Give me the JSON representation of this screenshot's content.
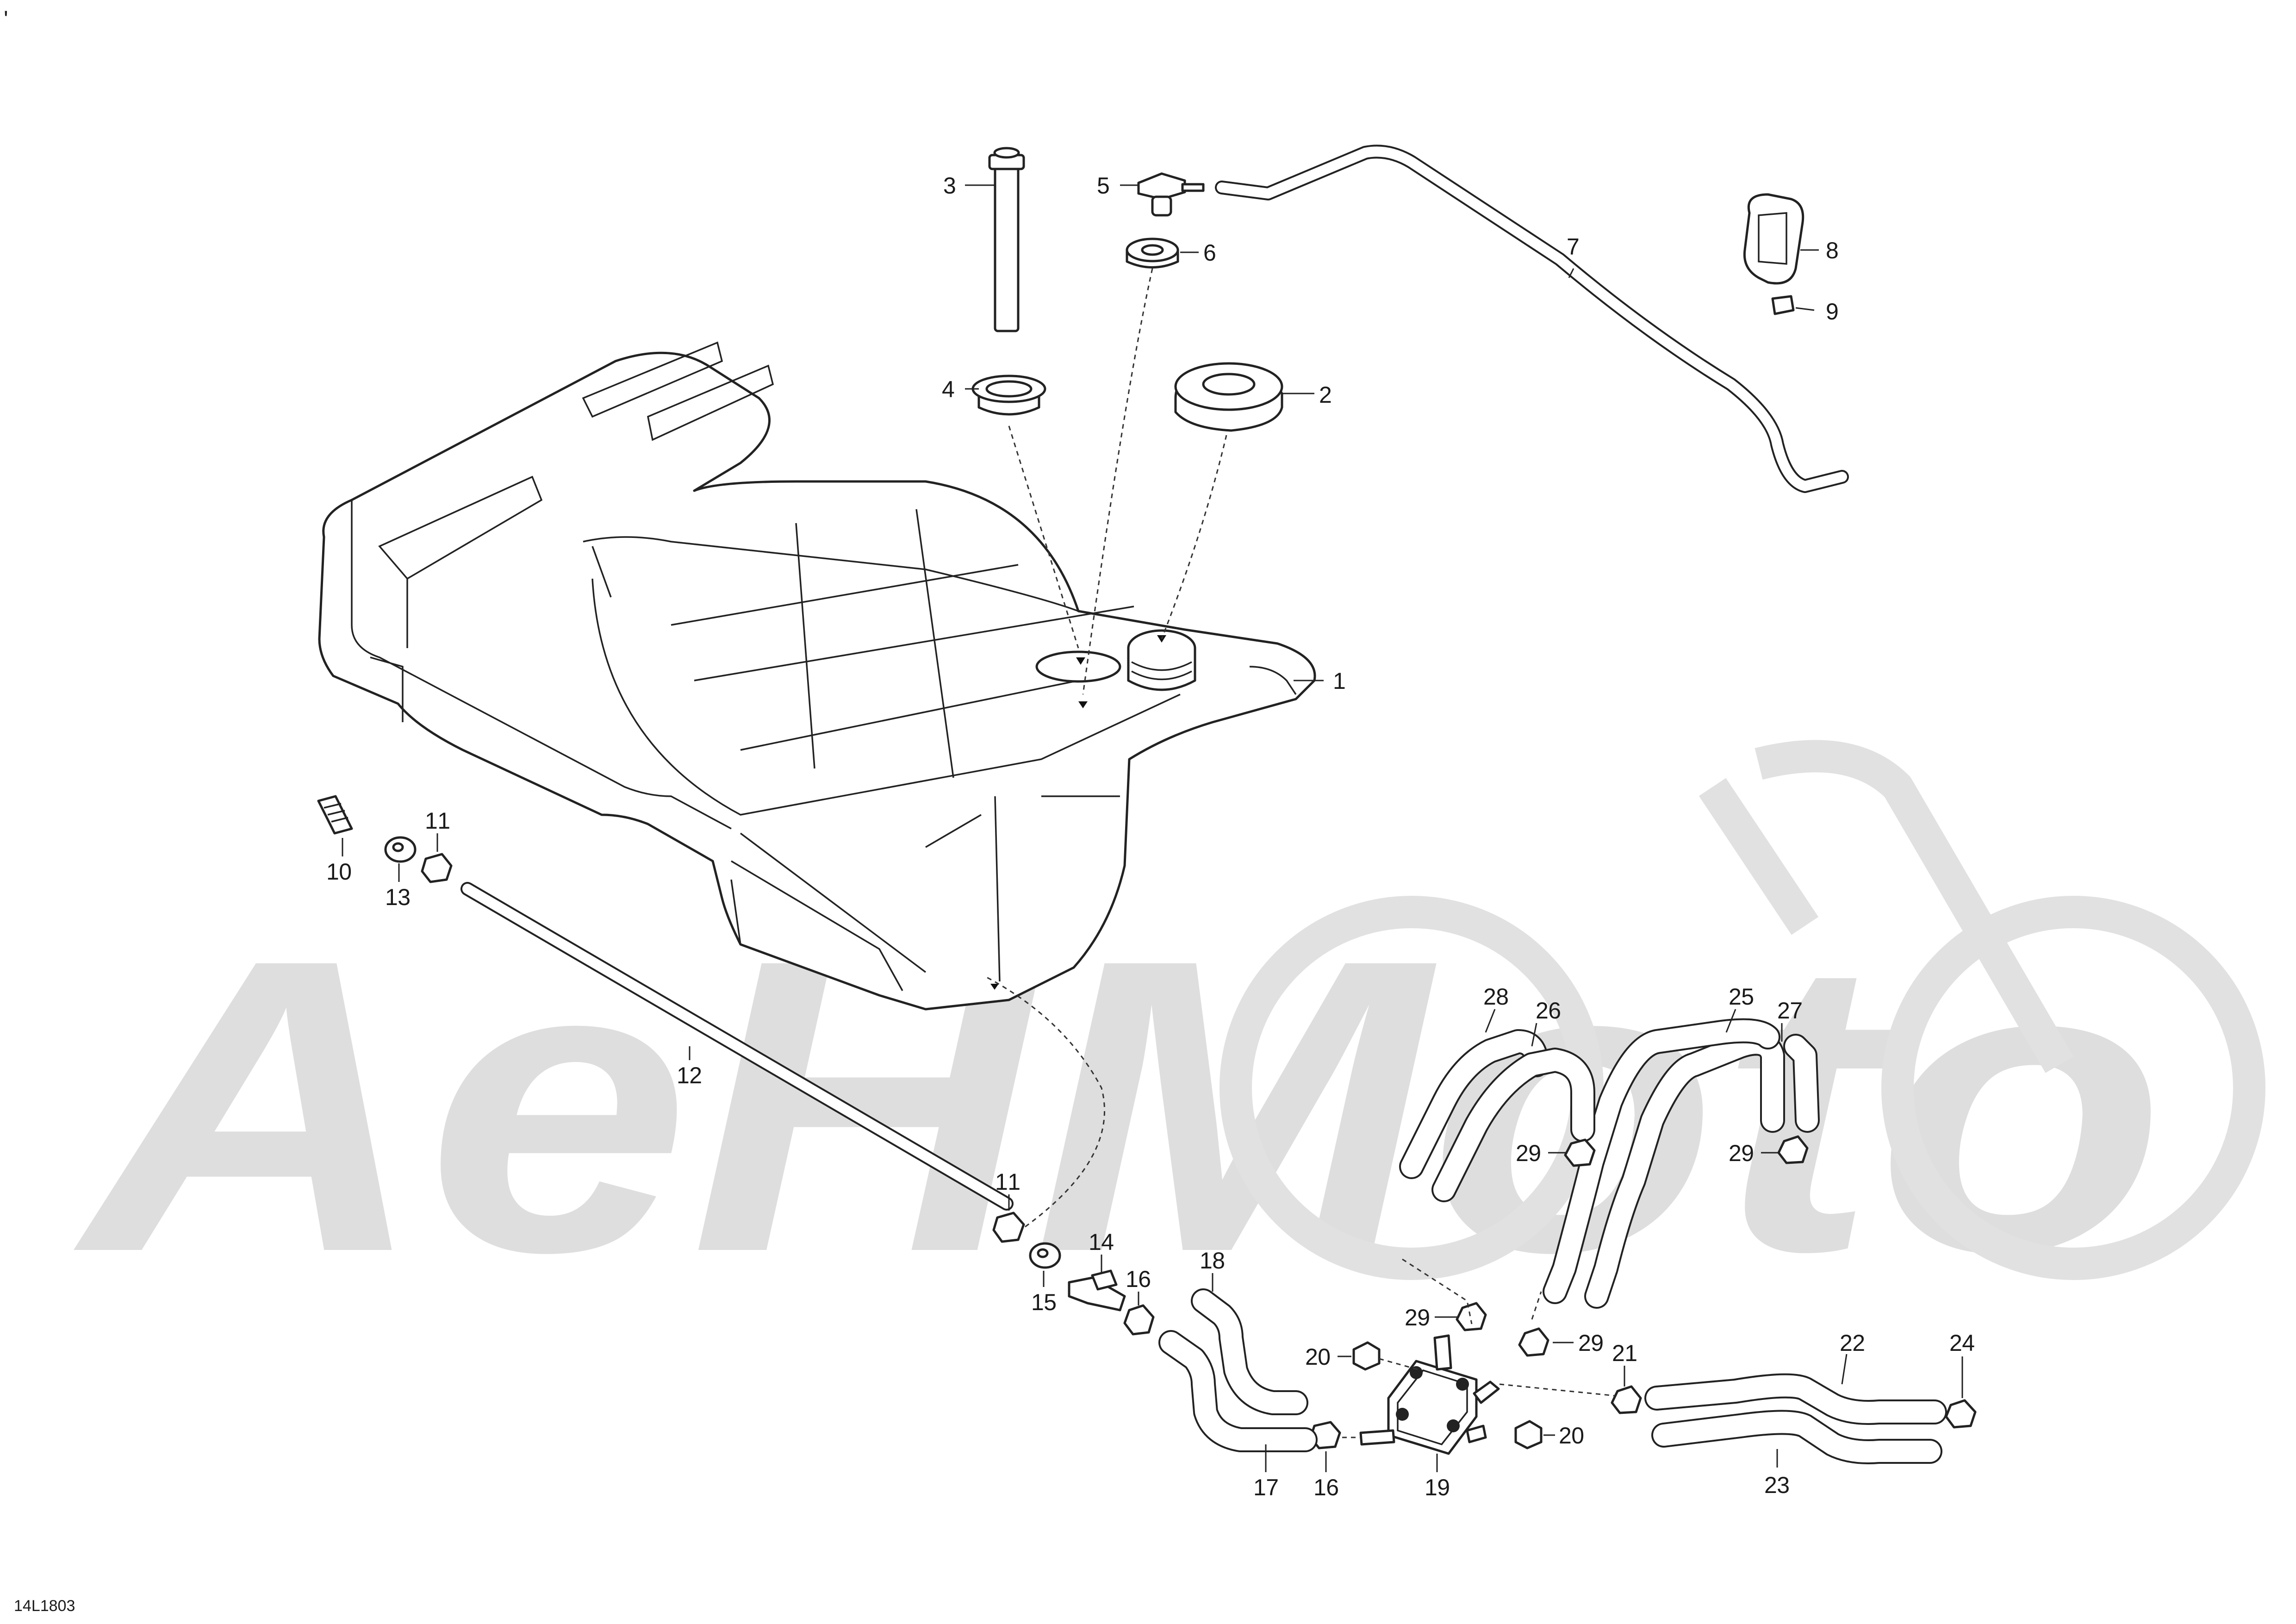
{
  "header_mark": "'",
  "diagram_code": "14L1803",
  "watermark_text": "AeHMoto",
  "callouts": [
    "1",
    "2",
    "3",
    "4",
    "5",
    "6",
    "7",
    "8",
    "9",
    "10",
    "11",
    "11",
    "12",
    "13",
    "14",
    "15",
    "16",
    "16",
    "17",
    "18",
    "19",
    "20",
    "20",
    "21",
    "22",
    "23",
    "24",
    "25",
    "26",
    "27",
    "28",
    "29",
    "29",
    "29",
    "29"
  ]
}
